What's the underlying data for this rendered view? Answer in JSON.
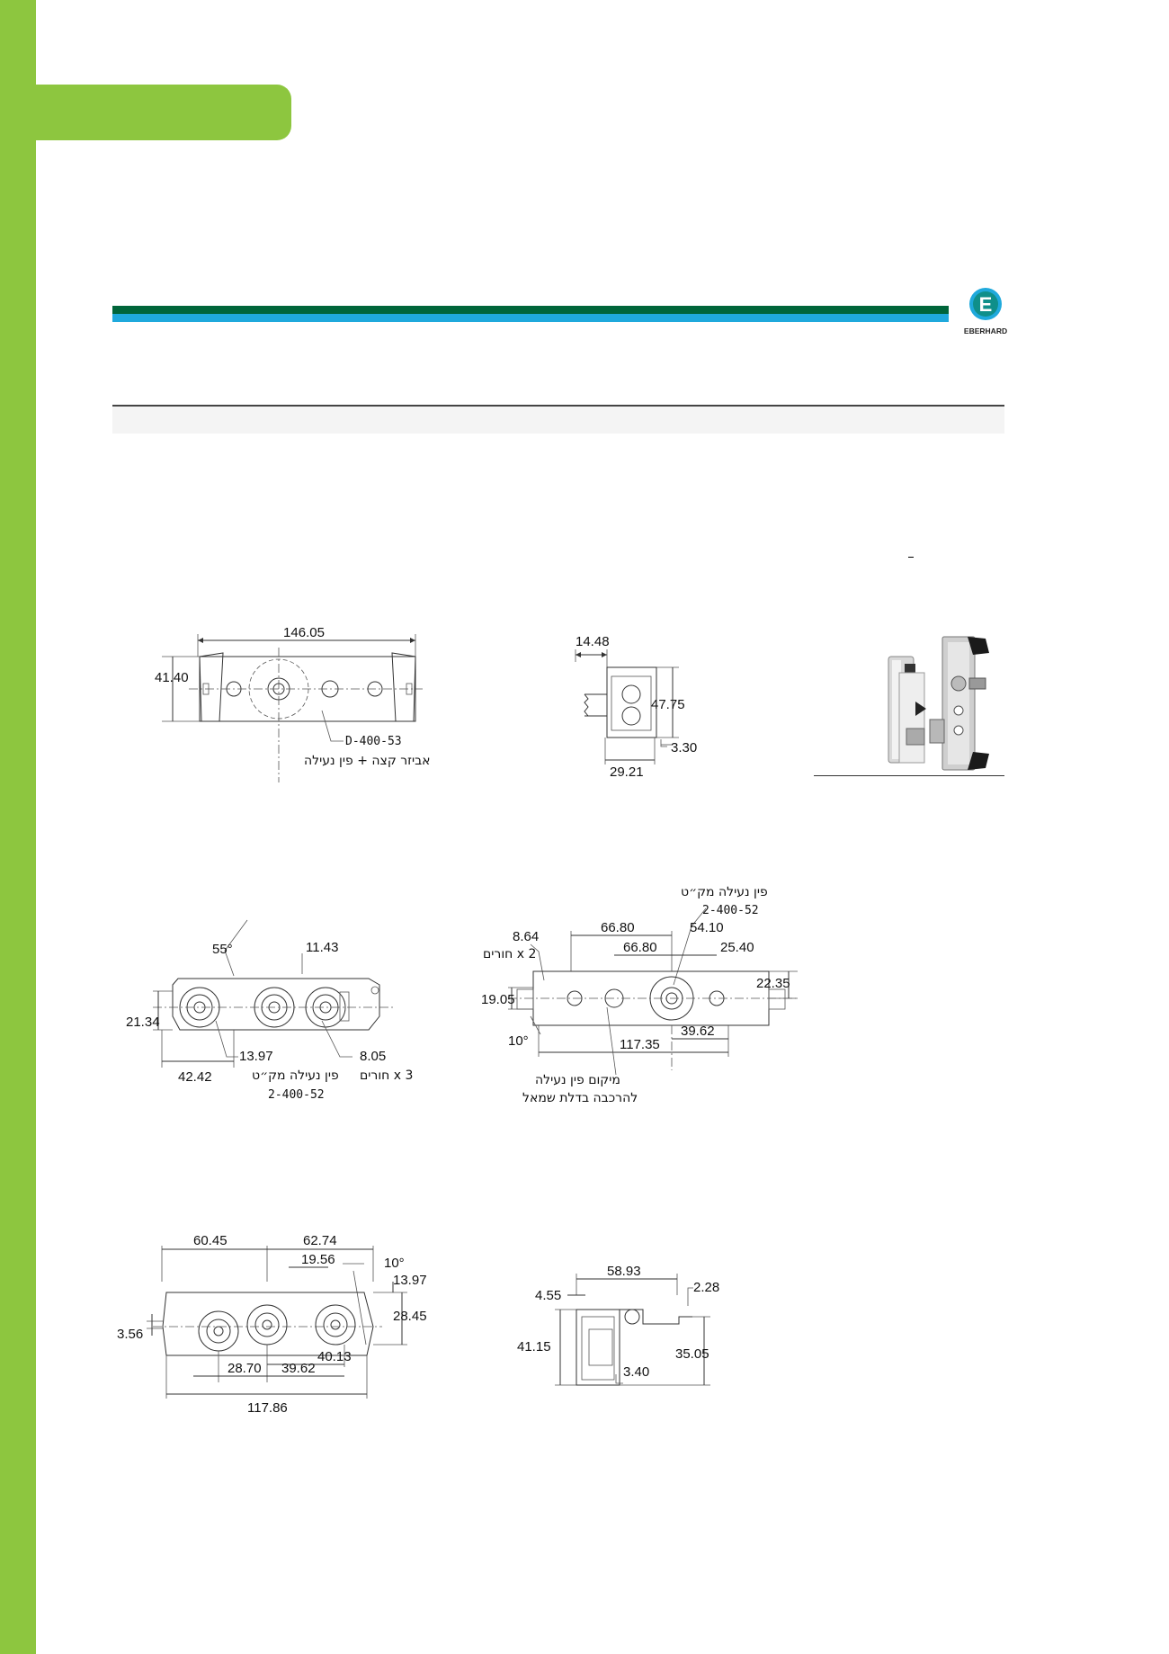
{
  "logo": {
    "wordmark": "EBERHARD"
  },
  "colors": {
    "accent_green": "#8dc63f",
    "stripe_dark": "#00653a",
    "stripe_light": "#1fa9dc"
  },
  "top_view": {
    "width": "146.05",
    "height": "41.40",
    "part_number": "D-400-53",
    "part_label": "אביזר קצה + פין נעילה"
  },
  "side_view_a": {
    "d1": "14.48",
    "d2": "47.75",
    "d3": "3.30",
    "d4": "29.21"
  },
  "front_view_a": {
    "angle": "55°",
    "d1": "11.43",
    "d2": "21.34",
    "d3": "42.42",
    "d4": "13.97",
    "d5": "8.05",
    "holes_label": "חורים x 3",
    "pin_label": "פין נעילה מק״ט",
    "pin_part": "2-400-52"
  },
  "back_view": {
    "pin_label": "פין נעילה מק״ט",
    "pin_part": "2-400-52",
    "d1": "66.80",
    "d2": "54.10",
    "d3": "8.64",
    "holes_label": "חורים x 2",
    "d4": "66.80",
    "d5": "25.40",
    "d6": "22.35",
    "d7": "19.05",
    "angle": "10°",
    "d8": "117.35",
    "d9": "39.62",
    "location_line1": "מיקום פין נעילה",
    "location_line2": "להרכבה בדלת שמאל"
  },
  "front_view_b": {
    "d1": "60.45",
    "d2": "62.74",
    "d3": "19.56",
    "angle": "10°",
    "d4": "13.97",
    "d5": "28.45",
    "d6": "3.56",
    "d7": "28.70",
    "d8": "39.62",
    "d9": "40.13",
    "d10": "117.86"
  },
  "side_view_b": {
    "d1": "58.93",
    "d2": "4.55",
    "d3": "2.28",
    "d4": "41.15",
    "d5": "35.05",
    "d6": "3.40"
  }
}
